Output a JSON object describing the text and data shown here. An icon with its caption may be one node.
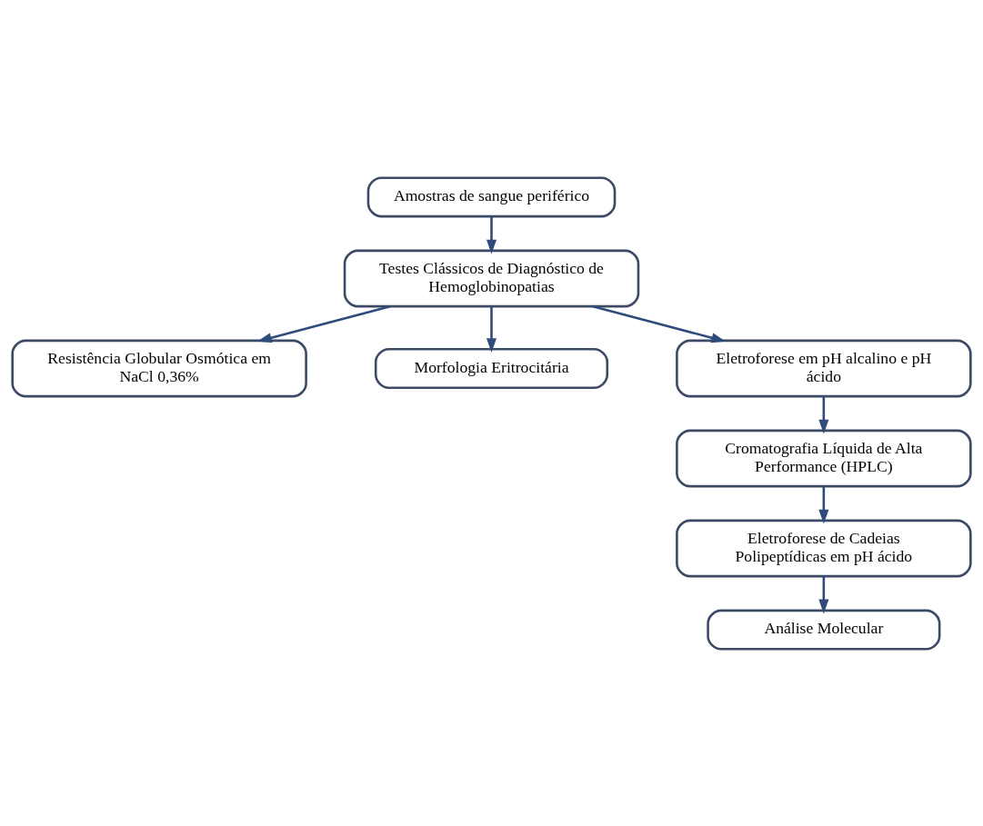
{
  "diagram": {
    "nodes": [
      {
        "text": [
          "Amostras de sangue periférico"
        ]
      },
      {
        "text": [
          "Testes Clássicos de Diagnóstico de Hemoglobinopatias"
        ]
      },
      {
        "text": [
          "Resistência Globular Osmótica em NaCl 0,36%"
        ]
      },
      {
        "text": [
          "Morfologia Eritrocitária"
        ]
      },
      {
        "text": [
          "Eletroforese em pH alcalino e pH ácido"
        ]
      },
      {
        "text": [
          "Cromatografia Líquida de Alta Performance (HPLC)"
        ]
      },
      {
        "text": [
          "Eletroforese de Cadeias Polipeptídicas em pH ácido"
        ]
      },
      {
        "text": [
          "Análise Molecular"
        ]
      }
    ],
    "edges": [
      {
        "from": 0,
        "to": 1,
        "arrow": "to"
      },
      {
        "from": 1,
        "to": 2,
        "arrow": "to"
      },
      {
        "from": 1,
        "to": 3,
        "arrow": "to"
      },
      {
        "from": 1,
        "to": 4,
        "arrow": "to"
      },
      {
        "from": 4,
        "to": 5,
        "arrow": "to"
      },
      {
        "from": 5,
        "to": 6,
        "arrow": "to"
      },
      {
        "from": 6,
        "to": 7,
        "arrow": "to"
      }
    ]
  }
}
